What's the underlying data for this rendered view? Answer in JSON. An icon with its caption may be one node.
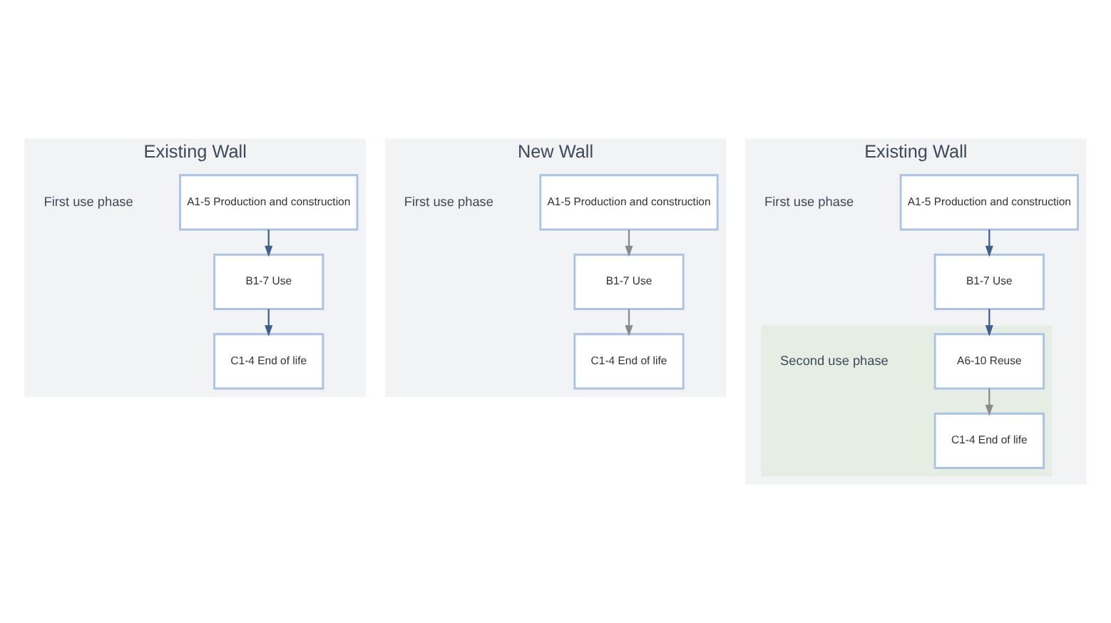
{
  "diagram": {
    "nodes": [
      {
        "text": [
          "Existing Wall"
        ],
        "beside": [
          "First use phase"
        ]
      },
      {
        "text": [
          "A1-5 Production and construction"
        ],
        "in": 0
      },
      {
        "text": [
          "B1-7 Use"
        ],
        "in": 0
      },
      {
        "text": [
          "C1-4 End of life"
        ],
        "in": 0
      },
      {
        "text": [
          "New Wall"
        ],
        "beside": [
          "First use phase"
        ]
      },
      {
        "text": [
          "A1-5 Production and construction"
        ],
        "in": 4
      },
      {
        "text": [
          "B1-7 Use"
        ],
        "in": 4
      },
      {
        "text": [
          "C1-4 End of life"
        ],
        "in": 4
      },
      {
        "text": [
          "Existing Wall"
        ],
        "beside": [
          "First use phase"
        ]
      },
      {
        "text": [],
        "shape": "band",
        "in": 8,
        "beside": [
          "Second use phase"
        ]
      },
      {
        "text": [
          "A1-5 Production and construction"
        ],
        "in": 8
      },
      {
        "text": [
          "B1-7 Use"
        ],
        "in": 8
      },
      {
        "text": [
          "A6-10 Reuse"
        ],
        "in": 9
      },
      {
        "text": [
          "C1-4 End of life"
        ],
        "in": 9
      }
    ],
    "edges": [
      {
        "from": 1,
        "to": 2,
        "arrow": "to"
      },
      {
        "from": 2,
        "to": 3,
        "arrow": "to"
      },
      {
        "from": 5,
        "to": 6,
        "arrow": "to",
        "color": "#8a8a8a"
      },
      {
        "from": 6,
        "to": 7,
        "arrow": "to",
        "color": "#8a8a8a"
      },
      {
        "from": 10,
        "to": 11,
        "arrow": "to"
      },
      {
        "from": 11,
        "to": 12,
        "arrow": "to"
      },
      {
        "from": 12,
        "to": 13,
        "arrow": "to",
        "color": "#8a8a8a"
      }
    ]
  }
}
